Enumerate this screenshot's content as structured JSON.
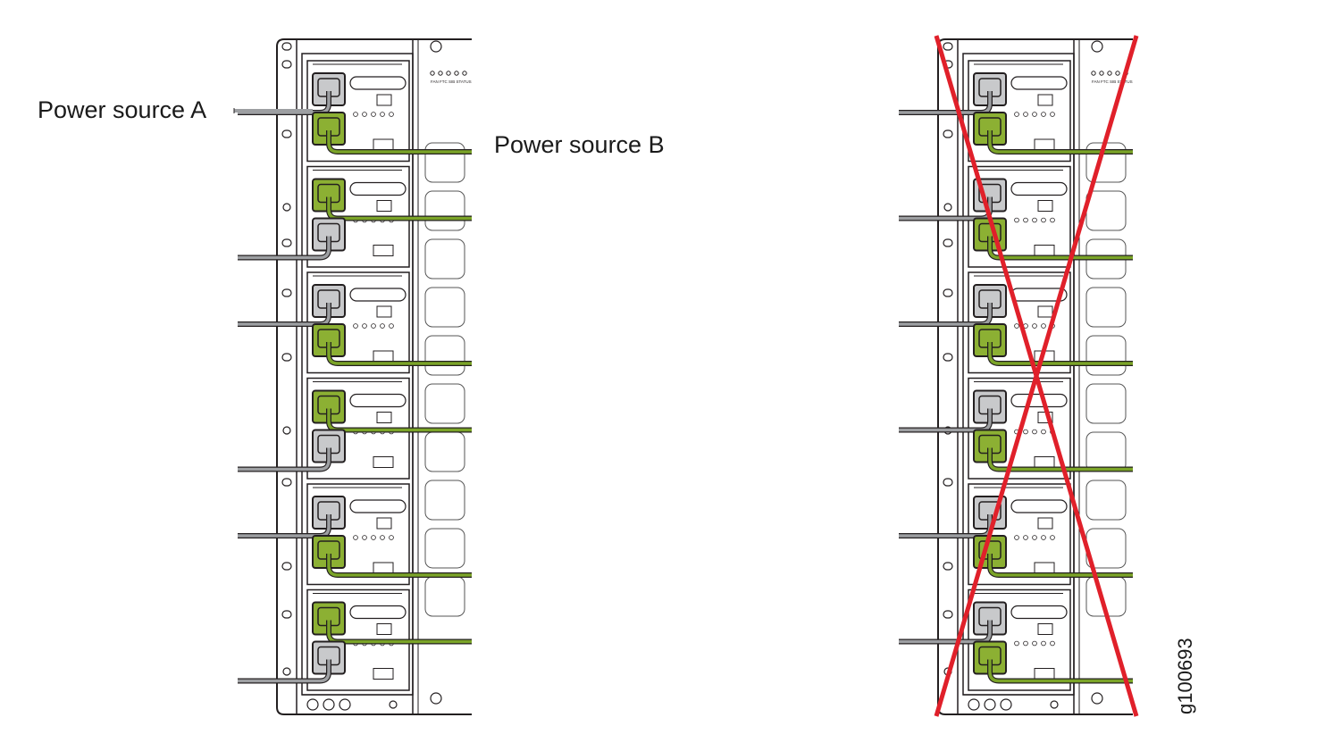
{
  "labels": {
    "source_a": "Power source A",
    "source_b": "Power source B",
    "figure_id": "g100693",
    "panel_legend": "FAN  FTC  SIB STATUS"
  },
  "colors": {
    "source_a_cable": "#9d9fa2",
    "source_b_cable": "#7ba428",
    "source_b_plug": "#8cb033",
    "cross_out": "#e0202a",
    "chassis_line": "#231f20"
  },
  "rack": {
    "power_supply_count": 6,
    "note": ""
  },
  "correct_config": {
    "psu_feeds": [
      {
        "top": "A",
        "bottom": "B"
      },
      {
        "top": "B",
        "bottom": "A"
      },
      {
        "top": "A",
        "bottom": "B"
      },
      {
        "top": "B",
        "bottom": "A"
      },
      {
        "top": "A",
        "bottom": "B"
      },
      {
        "top": "B",
        "bottom": "A"
      }
    ]
  },
  "incorrect_config": {
    "crossed_out": true,
    "psu_feeds": [
      {
        "top": "A",
        "bottom": "B"
      },
      {
        "top": "A",
        "bottom": "B"
      },
      {
        "top": "A",
        "bottom": "B"
      },
      {
        "top": "A",
        "bottom": "B"
      },
      {
        "top": "A",
        "bottom": "B"
      },
      {
        "top": "A",
        "bottom": "B"
      }
    ]
  }
}
